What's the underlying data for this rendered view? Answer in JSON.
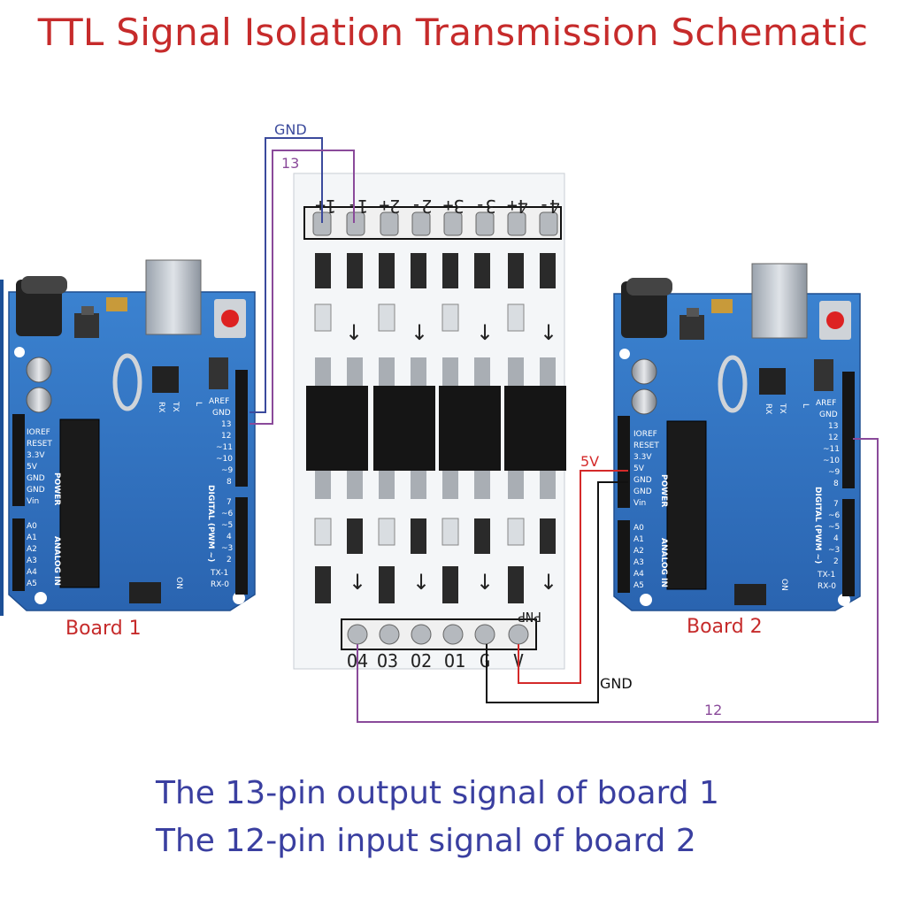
{
  "title": "TTL Signal Isolation Transmission Schematic",
  "captions": {
    "line1": "The 13-pin output signal of board 1",
    "line2": "The 12-pin input signal of board 2"
  },
  "boards": {
    "board1_label": "Board 1",
    "board2_label": "Board 2",
    "power_pins": [
      "IOREF",
      "RESET",
      "3.3V",
      "5V",
      "GND",
      "GND",
      "Vin"
    ],
    "analog_pins": [
      "A0",
      "A1",
      "A2",
      "A3",
      "A4",
      "A5"
    ],
    "digital_pins_top": [
      "AREF",
      "GND",
      "13",
      "12",
      "~11",
      "~10",
      "~9",
      "8"
    ],
    "digital_pins_bottom": [
      "7",
      "~6",
      "~5",
      "4",
      "~3",
      "2",
      "TX-1",
      "RX-0"
    ],
    "power_header": "POWER",
    "analog_header": "ANALOG IN",
    "digital_header": "DIGITAL (PWM ~)",
    "tx_label": "TX",
    "rx_label": "RX",
    "l_label": "L",
    "on_label": "ON"
  },
  "module": {
    "top_labels": "4- 4+ 3- 3+ 2- 2+ 1- 1+",
    "bottom_labels": [
      "O4",
      "O3",
      "O2",
      "O1",
      "G",
      "V"
    ],
    "pnp_label": "PNP"
  },
  "wires": {
    "gnd_top": "GND",
    "pin13": "13",
    "v5": "5V",
    "gnd_bottom": "GND",
    "pin12": "12"
  },
  "colors": {
    "title": "#c62b2b",
    "caption": "#3a3fa0",
    "board": "#2f6fbf",
    "wire_gnd_top": "#3b4a9c",
    "wire_signal": "#8a4a9a",
    "wire_5v": "#d42a2a",
    "wire_gnd_bottom": "#111111"
  }
}
